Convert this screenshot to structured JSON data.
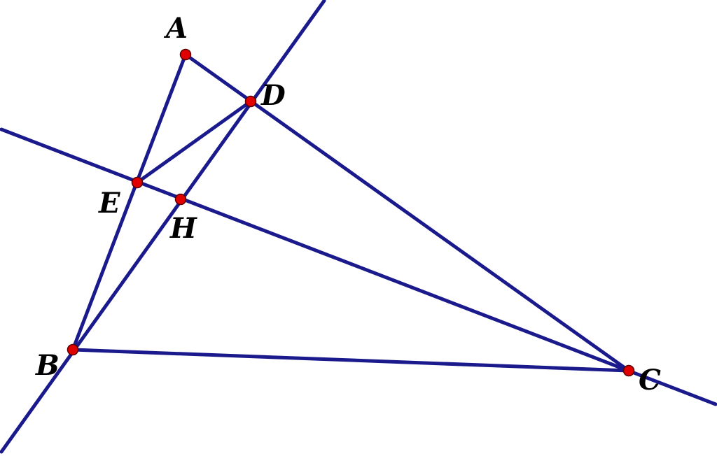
{
  "figure": {
    "points": [
      {
        "id": "A",
        "label": "A"
      },
      {
        "id": "B",
        "label": "B"
      },
      {
        "id": "C",
        "label": "C"
      },
      {
        "id": "D",
        "label": "D"
      },
      {
        "id": "E",
        "label": "E"
      },
      {
        "id": "H",
        "label": "H"
      }
    ],
    "segments": [
      "AB",
      "AC",
      "BC",
      "BD",
      "CE",
      "ED"
    ],
    "extended_lines": [
      "BD",
      "CE"
    ],
    "colors": {
      "line": "#1a1a8c",
      "point_fill": "#e00000",
      "point_stroke": "#5a0000",
      "label": "#000000",
      "background": "#ffffff"
    }
  }
}
